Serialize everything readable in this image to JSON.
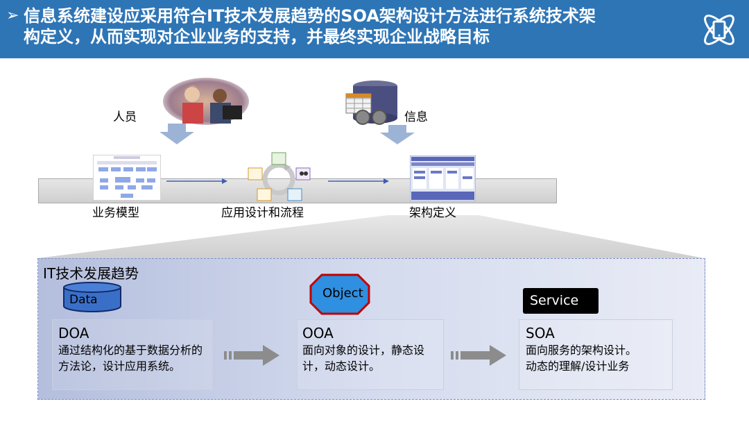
{
  "header": {
    "bullet": "➢",
    "title_line1": "信息系统建设应采用符合IT技术发展趋势的SOA架构设计方法进行系统技术架",
    "title_line2": "构定义，从而实现对企业业务的支持，并最终实现企业战略目标",
    "icon": "atom-phone-icon"
  },
  "top": {
    "people_label": "人员",
    "info_label": "信息",
    "stages": [
      "业务模型",
      "应用设计和流程",
      "架构定义"
    ]
  },
  "trend": {
    "title": "IT技术发展趋势",
    "data_badge": "Data",
    "object_badge": "Object",
    "service_badge": "Service",
    "doa": {
      "title": "DOA",
      "desc": "通过结构化的基于数据分析的方法论，设计应用系统。"
    },
    "ooa": {
      "title": "OOA",
      "desc": "面向对象的设计，静态设计，动态设计。"
    },
    "soa": {
      "title": "SOA",
      "desc_line1": "面向服务的架构设计。",
      "desc_line2": "动态的理解/设计业务"
    }
  },
  "colors": {
    "header_bg": "#2e75b6",
    "object_red": "#c00000",
    "object_blue": "#2f8fe0"
  }
}
